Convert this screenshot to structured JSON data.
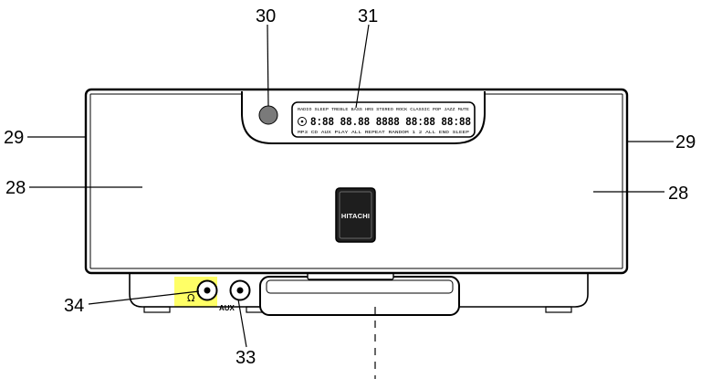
{
  "callouts": {
    "c28_left": "28",
    "c28_right": "28",
    "c29_left": "29",
    "c29_right": "29",
    "c30": "30",
    "c31": "31",
    "c33": "33",
    "c34": "34"
  },
  "lcd": {
    "row1": "RADIO SLEEP TREBLE BASS HRS STEREO ROCK CLASSIC POP JAZZ MUTE",
    "row2": "8:88 88.88 8888 88:88 88:88",
    "row3": "MP3 CD AUX PLAY ALL REPEAT RANDOM 1 2 ALL END SLEEP"
  },
  "device": {
    "brand": "HITACHI",
    "aux_label": "AUX",
    "headphone_symbol": "Ω"
  },
  "colors": {
    "highlight": "#ffff66",
    "outline": "#000000",
    "body_fill": "#ffffff"
  }
}
